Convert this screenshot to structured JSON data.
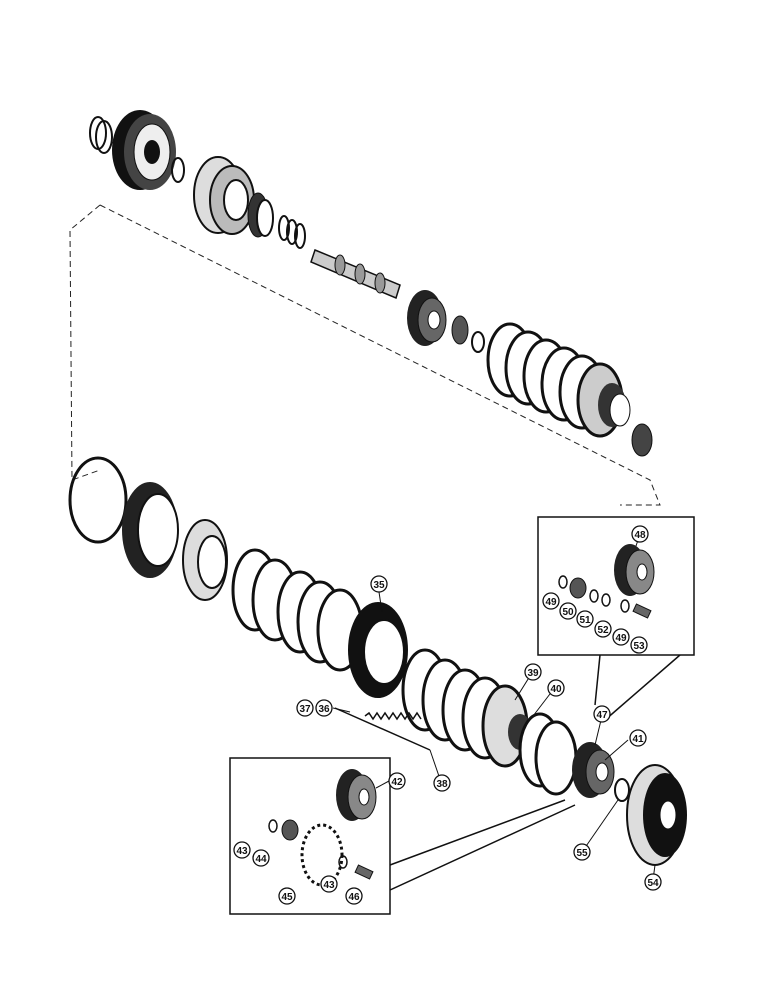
{
  "callouts": {
    "c35": "35",
    "c36": "36",
    "c37": "37",
    "c38": "38",
    "c39": "39",
    "c40": "40",
    "c41": "41",
    "c42": "42",
    "c43a": "43",
    "c43b": "43",
    "c44": "44",
    "c45": "45",
    "c46": "46",
    "c47": "47",
    "c48": "48",
    "c49a": "49",
    "c49b": "49",
    "c50": "50",
    "c51": "51",
    "c52": "52",
    "c53": "53",
    "c54": "54",
    "c55": "55"
  }
}
